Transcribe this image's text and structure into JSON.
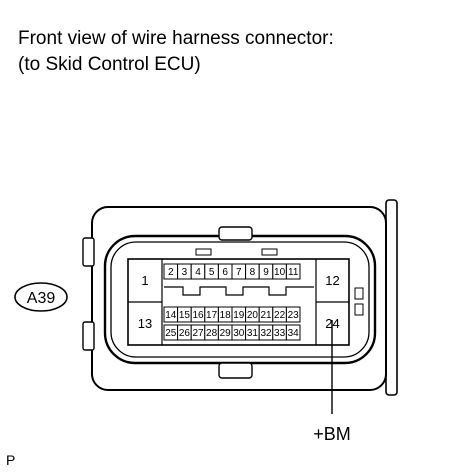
{
  "caption": {
    "line1": "Front view of wire harness connector:",
    "line2": "(to Skid Control ECU)"
  },
  "connector": {
    "code": "A39",
    "pins": [
      "1",
      "2",
      "3",
      "4",
      "5",
      "6",
      "7",
      "8",
      "9",
      "10",
      "11",
      "12",
      "13",
      "14",
      "15",
      "16",
      "17",
      "18",
      "19",
      "20",
      "21",
      "22",
      "23",
      "24",
      "25",
      "26",
      "27",
      "28",
      "29",
      "30",
      "31",
      "32",
      "33",
      "34"
    ]
  },
  "terminal_label": "+BM",
  "footer_mark": "P"
}
